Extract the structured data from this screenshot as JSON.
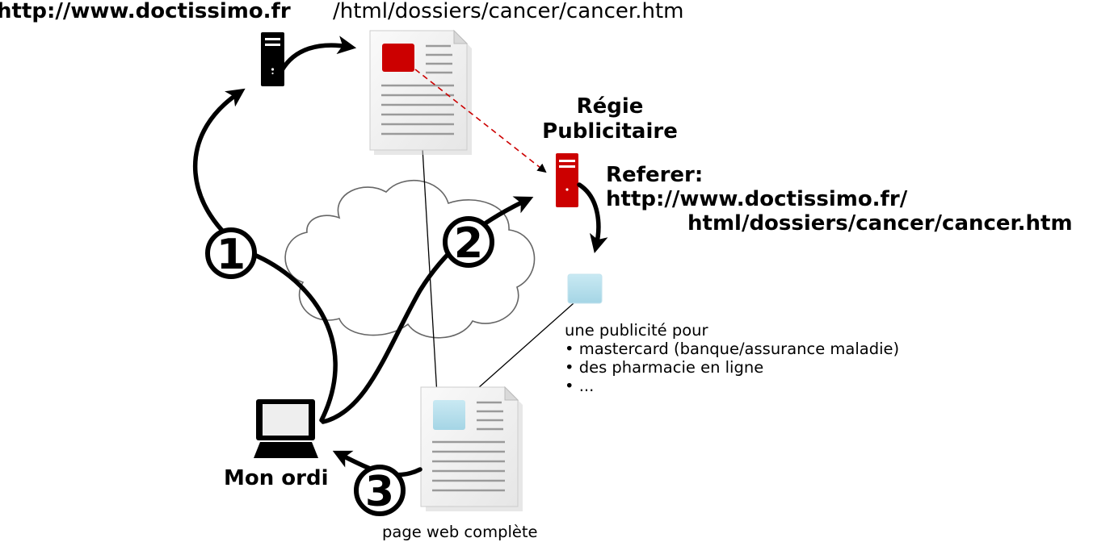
{
  "header": {
    "domain": "http://www.doctissimo.fr",
    "path": "/html/dossiers/cancer/cancer.htm"
  },
  "ad_network": {
    "title_line1": "Régie",
    "title_line2": "Publicitaire"
  },
  "referer": {
    "label": "Referer:",
    "line1": "http://www.doctissimo.fr/",
    "line2": "html/dossiers/cancer/cancer.htm"
  },
  "ad_description": {
    "intro": "une publicité pour",
    "items": [
      "• mastercard (banque/assurance maladie)",
      "• des pharmacie en ligne",
      "• ..."
    ]
  },
  "steps": [
    "1",
    "2",
    "3"
  ],
  "computer_label": "Mon ordi",
  "page_label": "page web complète",
  "colors": {
    "ad_server": "#cc0000",
    "ad_block": "#add8e6",
    "page_paper": "#f2f2f2",
    "dashed_link": "#cc0000",
    "cloud_stroke": "#666666"
  }
}
